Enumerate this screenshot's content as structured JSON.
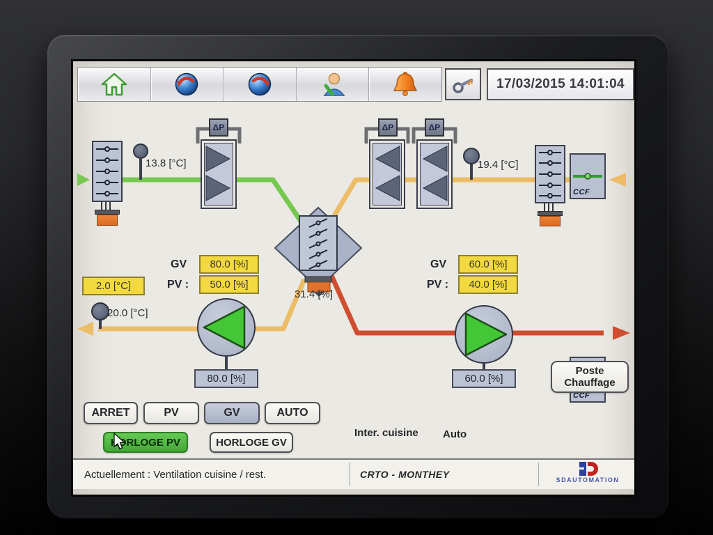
{
  "toolbar": {
    "datetime": "17/03/2015 14:01:04"
  },
  "schematic": {
    "dp_label": "ΔP",
    "ccf_label": "CCF",
    "fresh_temp": "13.8 [°C]",
    "extract_temp": "19.4 [°C]",
    "outside_temp": "2.0 [°C]",
    "room_temp": "20.0 [°C]",
    "mix_damper_pos": "31.4 [%]",
    "supply": {
      "gv_label": "GV",
      "gv_value": "80.0 [%]",
      "pv_label": "PV :",
      "pv_value": "50.0 [%]",
      "fan_speed": "80.0 [%]"
    },
    "extract": {
      "gv_label": "GV",
      "gv_value": "60.0 [%]",
      "pv_label": "PV :",
      "pv_value": "40.0 [%]",
      "fan_speed": "60.0 [%]"
    },
    "poste_chauffage": "Poste Chauffage"
  },
  "controls": {
    "arret": "ARRET",
    "pv": "PV",
    "gv": "GV",
    "auto": "AUTO",
    "horloge_pv": "HORLOGE PV",
    "horloge_gv": "HORLOGE GV",
    "inter_label": "Inter. cuisine",
    "inter_value": "Auto"
  },
  "statusbar": {
    "current": "Actuellement : Ventilation cuisine / rest.",
    "site": "CRTO - MONTHEY",
    "brand": "SDAUTOMATION"
  },
  "colors": {
    "duct_fresh_green": "#76c84e",
    "duct_supply_orange": "#edbc66",
    "duct_extract_red": "#cf4e31",
    "component_gray_blue": "#bcc3d4",
    "value_yellow": "#f2d940",
    "active_button_green": "#55bb45",
    "actuator_orange": "#e0732c"
  }
}
